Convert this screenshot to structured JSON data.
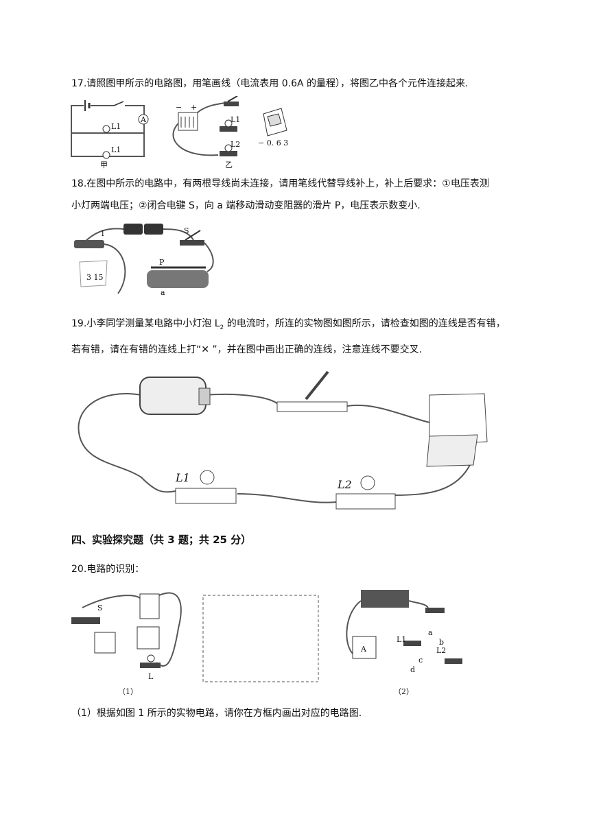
{
  "q17": {
    "text": "17.请照图甲所示的电路图，用笔画线（电流表用 0.6A 的量程），将图乙中各个元件连接起来."
  },
  "fig17": {
    "caption_a": "甲",
    "caption_b": "乙",
    "L1": "L1",
    "L1b": "L1",
    "L1c": "L1",
    "L2": "L2",
    "A": "A",
    "minus": "−",
    "plus": "+",
    "scale": "− 0. 6  3"
  },
  "q18": {
    "line1": "18.在图中所示的电路中，有两根导线尚未连接，请用笔线代替导线补上，补上后要求：①电压表测",
    "line2": "小灯两端电压；②闭合电键 S，向 a 端移动滑动变阻器的滑片 P，电压表示数变小."
  },
  "fig18": {
    "S": "S",
    "P": "P",
    "a": "a",
    "l": "l",
    "meter": "3  15"
  },
  "q19": {
    "line1_a": "19.小李同学测量某电路中小灯泡 L",
    "line1_sub": "2",
    "line1_b": " 的电流时，所连的实物图如图所示，请检查如图的连线是否有错，",
    "line2": "若有错，请在有错的连线上打“✕ ”，并在图中画出正确的连线，注意连线不要交叉."
  },
  "fig19": {
    "L1": "L1",
    "L2": "L2"
  },
  "section4": {
    "title": "四、实验探究题（共 3 题；共 25 分）"
  },
  "q20": {
    "text": "20.电路的识别："
  },
  "fig20": {
    "S": "S",
    "L": "L",
    "cap1": "（1）",
    "cap2": "（2）",
    "A": "A",
    "L1": "L1",
    "L2": "L2",
    "a": "a",
    "b": "b",
    "c": "c",
    "d": "d"
  },
  "q20_1": {
    "text": "（1）根据如图 1 所示的实物电路，请你在方框内画出对应的电路图."
  }
}
